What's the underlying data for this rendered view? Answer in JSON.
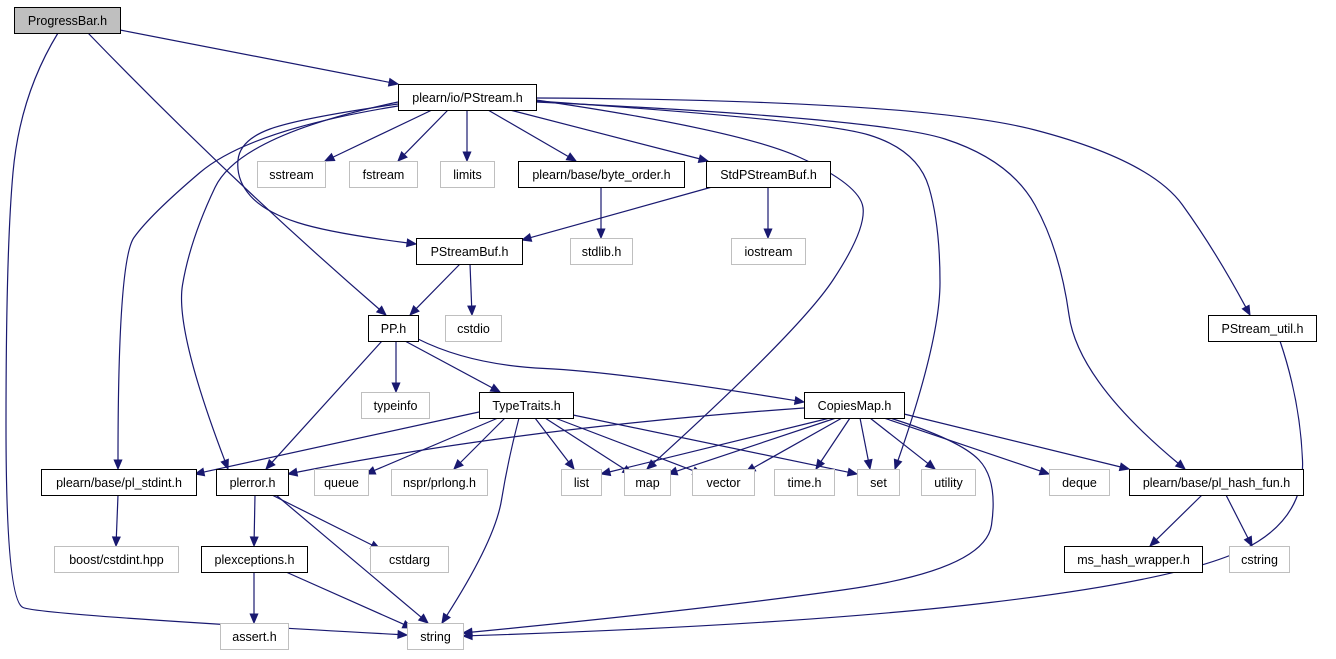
{
  "diagram": {
    "type": "include-dependency-graph",
    "colors": {
      "edge": "#191970",
      "focus_fill": "#bfbfbf",
      "documented_border": "#000000",
      "external_border": "#bfbfbf",
      "external_text": "#000000"
    },
    "nodes": [
      {
        "id": "progressbar",
        "label": "ProgressBar.h",
        "kind": "focus"
      },
      {
        "id": "pstream",
        "label": "plearn/io/PStream.h",
        "kind": "documented"
      },
      {
        "id": "sstream",
        "label": "sstream",
        "kind": "external"
      },
      {
        "id": "fstream",
        "label": "fstream",
        "kind": "external"
      },
      {
        "id": "limits",
        "label": "limits",
        "kind": "external"
      },
      {
        "id": "byteorder",
        "label": "plearn/base/byte_order.h",
        "kind": "documented"
      },
      {
        "id": "stdpsbuf",
        "label": "StdPStreamBuf.h",
        "kind": "documented"
      },
      {
        "id": "pstreambuf",
        "label": "PStreamBuf.h",
        "kind": "documented"
      },
      {
        "id": "stdlib",
        "label": "stdlib.h",
        "kind": "external"
      },
      {
        "id": "iostream",
        "label": "iostream",
        "kind": "external"
      },
      {
        "id": "pph",
        "label": "PP.h",
        "kind": "documented"
      },
      {
        "id": "cstdio",
        "label": "cstdio",
        "kind": "external"
      },
      {
        "id": "psutil",
        "label": "PStream_util.h",
        "kind": "documented"
      },
      {
        "id": "typeinfo",
        "label": "typeinfo",
        "kind": "external"
      },
      {
        "id": "typetraits",
        "label": "TypeTraits.h",
        "kind": "documented"
      },
      {
        "id": "copiesmap",
        "label": "CopiesMap.h",
        "kind": "documented"
      },
      {
        "id": "plstdint",
        "label": "plearn/base/pl_stdint.h",
        "kind": "documented"
      },
      {
        "id": "plerror",
        "label": "plerror.h",
        "kind": "documented"
      },
      {
        "id": "queue",
        "label": "queue",
        "kind": "external"
      },
      {
        "id": "prlong",
        "label": "nspr/prlong.h",
        "kind": "external"
      },
      {
        "id": "list",
        "label": "list",
        "kind": "external"
      },
      {
        "id": "map",
        "label": "map",
        "kind": "external"
      },
      {
        "id": "vector",
        "label": "vector",
        "kind": "external"
      },
      {
        "id": "timeh",
        "label": "time.h",
        "kind": "external"
      },
      {
        "id": "set",
        "label": "set",
        "kind": "external"
      },
      {
        "id": "utility",
        "label": "utility",
        "kind": "external"
      },
      {
        "id": "deque",
        "label": "deque",
        "kind": "external"
      },
      {
        "id": "hashfun",
        "label": "plearn/base/pl_hash_fun.h",
        "kind": "documented"
      },
      {
        "id": "cstdint",
        "label": "boost/cstdint.hpp",
        "kind": "external"
      },
      {
        "id": "plexceptions",
        "label": "plexceptions.h",
        "kind": "documented"
      },
      {
        "id": "cstdarg",
        "label": "cstdarg",
        "kind": "external"
      },
      {
        "id": "mshash",
        "label": "ms_hash_wrapper.h",
        "kind": "documented"
      },
      {
        "id": "cstring",
        "label": "cstring",
        "kind": "external"
      },
      {
        "id": "asserth",
        "label": "assert.h",
        "kind": "external"
      },
      {
        "id": "string",
        "label": "string",
        "kind": "external"
      }
    ],
    "edges": [
      {
        "from": "progressbar",
        "to": "pstream"
      },
      {
        "from": "progressbar",
        "to": "pph"
      },
      {
        "from": "progressbar",
        "to": "string"
      },
      {
        "from": "pstream",
        "to": "sstream"
      },
      {
        "from": "pstream",
        "to": "fstream"
      },
      {
        "from": "pstream",
        "to": "limits"
      },
      {
        "from": "pstream",
        "to": "byteorder"
      },
      {
        "from": "pstream",
        "to": "stdpsbuf"
      },
      {
        "from": "pstream",
        "to": "pstreambuf"
      },
      {
        "from": "pstream",
        "to": "plstdint"
      },
      {
        "from": "pstream",
        "to": "plerror"
      },
      {
        "from": "pstream",
        "to": "map"
      },
      {
        "from": "pstream",
        "to": "set"
      },
      {
        "from": "pstream",
        "to": "hashfun"
      },
      {
        "from": "pstream",
        "to": "psutil"
      },
      {
        "from": "byteorder",
        "to": "stdlib"
      },
      {
        "from": "stdpsbuf",
        "to": "pstreambuf"
      },
      {
        "from": "stdpsbuf",
        "to": "iostream"
      },
      {
        "from": "pstreambuf",
        "to": "pph"
      },
      {
        "from": "pstreambuf",
        "to": "cstdio"
      },
      {
        "from": "pph",
        "to": "typeinfo"
      },
      {
        "from": "pph",
        "to": "typetraits"
      },
      {
        "from": "pph",
        "to": "copiesmap"
      },
      {
        "from": "pph",
        "to": "plerror"
      },
      {
        "from": "typetraits",
        "to": "plstdint"
      },
      {
        "from": "typetraits",
        "to": "queue"
      },
      {
        "from": "typetraits",
        "to": "prlong"
      },
      {
        "from": "typetraits",
        "to": "list"
      },
      {
        "from": "typetraits",
        "to": "map"
      },
      {
        "from": "typetraits",
        "to": "vector"
      },
      {
        "from": "typetraits",
        "to": "set"
      },
      {
        "from": "typetraits",
        "to": "string"
      },
      {
        "from": "copiesmap",
        "to": "plerror"
      },
      {
        "from": "copiesmap",
        "to": "list"
      },
      {
        "from": "copiesmap",
        "to": "map"
      },
      {
        "from": "copiesmap",
        "to": "vector"
      },
      {
        "from": "copiesmap",
        "to": "timeh"
      },
      {
        "from": "copiesmap",
        "to": "set"
      },
      {
        "from": "copiesmap",
        "to": "utility"
      },
      {
        "from": "copiesmap",
        "to": "deque"
      },
      {
        "from": "copiesmap",
        "to": "hashfun"
      },
      {
        "from": "copiesmap",
        "to": "string"
      },
      {
        "from": "plstdint",
        "to": "cstdint"
      },
      {
        "from": "plerror",
        "to": "plexceptions"
      },
      {
        "from": "plerror",
        "to": "cstdarg"
      },
      {
        "from": "plerror",
        "to": "string"
      },
      {
        "from": "plexceptions",
        "to": "asserth"
      },
      {
        "from": "plexceptions",
        "to": "string"
      },
      {
        "from": "hashfun",
        "to": "mshash"
      },
      {
        "from": "hashfun",
        "to": "cstring"
      },
      {
        "from": "psutil",
        "to": "string"
      }
    ]
  }
}
